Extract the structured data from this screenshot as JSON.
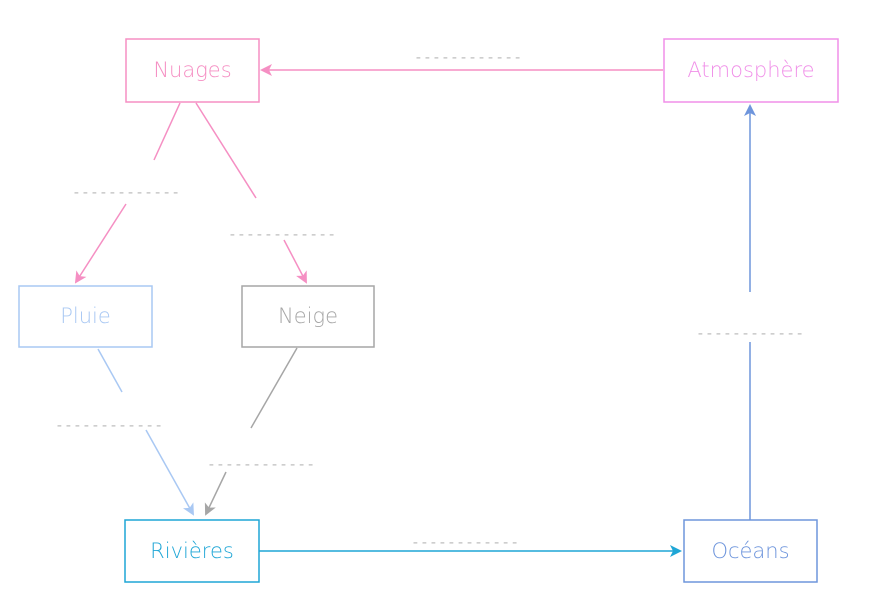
{
  "nodes": {
    "nuages": {
      "label": "Nuages",
      "color": "#f58fc3"
    },
    "atmosphere": {
      "label": "Atmosphère",
      "color": "#f08fe8"
    },
    "pluie": {
      "label": "Pluie",
      "color": "#a9c8f3"
    },
    "neige": {
      "label": "Neige",
      "color": "#a6a6a6"
    },
    "rivieres": {
      "label": "Rivières",
      "color": "#1fa6d6"
    },
    "oceans": {
      "label": "Océans",
      "color": "#6e95dc"
    }
  },
  "edge_label_placeholder": "------------",
  "edges": [
    {
      "id": "atmosphere-to-nuages",
      "color": "#f58fc3"
    },
    {
      "id": "nuages-to-pluie",
      "color": "#f58fc3"
    },
    {
      "id": "nuages-to-neige",
      "color": "#f58fc3"
    },
    {
      "id": "pluie-to-rivieres",
      "color": "#a9c8f3"
    },
    {
      "id": "neige-to-rivieres",
      "color": "#a6a6a6"
    },
    {
      "id": "rivieres-to-oceans",
      "color": "#1fa6d6"
    },
    {
      "id": "oceans-to-atmosphere",
      "color": "#6e95dc"
    }
  ],
  "placeholder_color": "#bdbdbd"
}
